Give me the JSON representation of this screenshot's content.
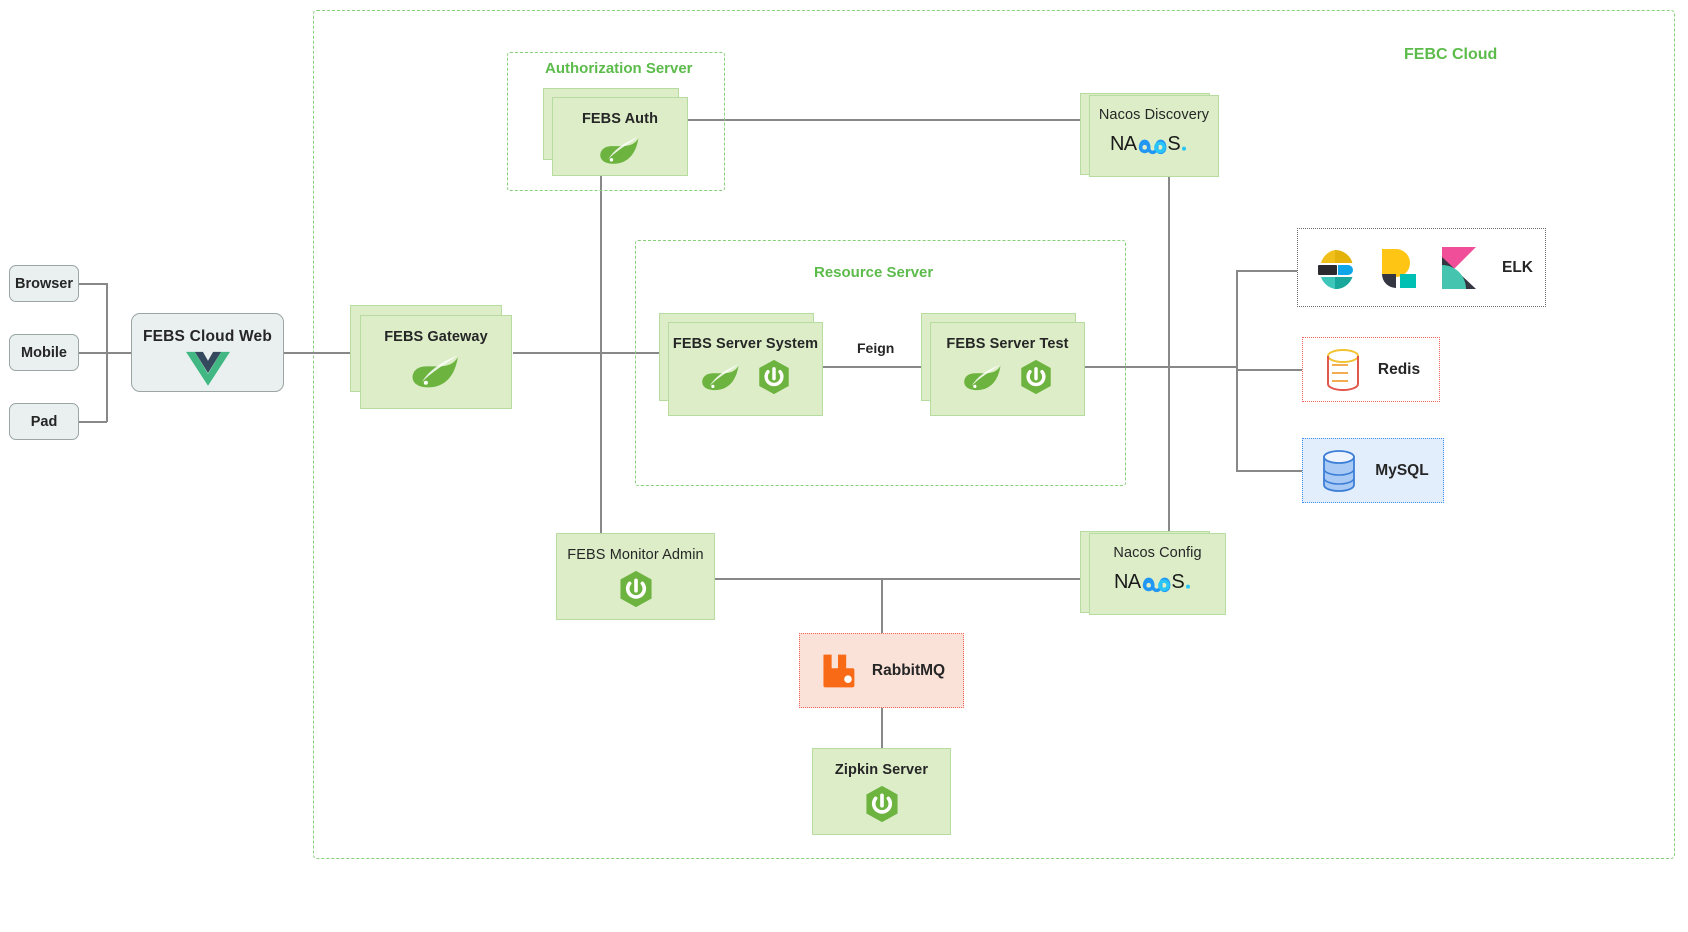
{
  "diagram": {
    "title": "FEBC Cloud",
    "cloud_label": "FEBC Cloud",
    "accent_green": "#5cbb4b",
    "node_fill_green": "#dcedc8",
    "node_border_green": "#b6dca0",
    "client_fill": "#e9f0ef",
    "connector_color": "#888888"
  },
  "groups": [
    {
      "id": "authorization-server",
      "label": "Authorization Server"
    },
    {
      "id": "resource-server",
      "label": "Resource Server"
    }
  ],
  "clients": [
    {
      "id": "browser",
      "label": "Browser"
    },
    {
      "id": "mobile",
      "label": "Mobile"
    },
    {
      "id": "pad",
      "label": "Pad"
    }
  ],
  "nodes": {
    "febs_cloud_web": {
      "label": "FEBS Cloud Web",
      "icon": "vue-icon"
    },
    "febs_gateway": {
      "label": "FEBS Gateway",
      "icons": [
        "spring-boot-icon"
      ]
    },
    "febs_auth": {
      "label": "FEBS Auth",
      "icons": [
        "spring-boot-icon"
      ]
    },
    "febs_server_system": {
      "label": "FEBS Server System",
      "icons": [
        "spring-boot-icon",
        "actuator-icon"
      ]
    },
    "febs_server_test": {
      "label": "FEBS Server Test",
      "icons": [
        "spring-boot-icon",
        "actuator-icon"
      ]
    },
    "febs_monitor_admin": {
      "label": "FEBS Monitor Admin",
      "icons": [
        "actuator-icon"
      ]
    },
    "nacos_discovery": {
      "label": "Nacos Discovery",
      "icon": "nacos-logo"
    },
    "nacos_config": {
      "label": "Nacos Config",
      "icon": "nacos-logo"
    },
    "zipkin_server": {
      "label": "Zipkin Server",
      "icons": [
        "actuator-icon"
      ]
    }
  },
  "externals": {
    "elk": {
      "label": "ELK",
      "icons": [
        "elasticsearch-icon",
        "logstash-icon",
        "kibana-icon"
      ],
      "border_color": "#6f6f6f"
    },
    "redis": {
      "label": "Redis",
      "icon": "redis-cylinder-icon",
      "border_color": "#f4645f"
    },
    "mysql": {
      "label": "MySQL",
      "icon": "mysql-cylinder-icon",
      "border_color": "#3d8ef5"
    },
    "rabbitmq": {
      "label": "RabbitMQ",
      "icon": "rabbitmq-icon",
      "border_color": "#f4645f"
    }
  },
  "edge_labels": [
    {
      "id": "feign",
      "label": "Feign"
    }
  ],
  "logos": {
    "nacos_text": {
      "na": "NA",
      "co": "CO",
      "s": "S",
      "dot": "."
    }
  }
}
